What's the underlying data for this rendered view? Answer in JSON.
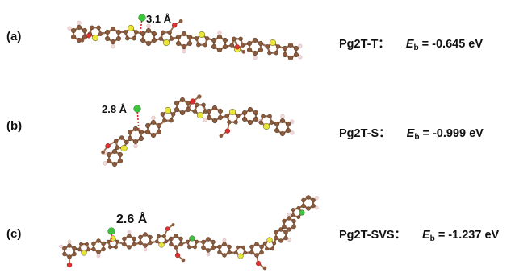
{
  "panels": [
    {
      "label": "(a)",
      "polymer": "Pg2T-T",
      "separator": "：",
      "energy_symbol": "E",
      "energy_sub": "b",
      "energy_value": "= -0.645 eV",
      "distance": "3.1 Å"
    },
    {
      "label": "(b)",
      "polymer": "Pg2T-S",
      "separator": "：",
      "energy_symbol": "E",
      "energy_sub": "b",
      "energy_value": "= -0.999 eV",
      "distance": "2.8 Å"
    },
    {
      "label": "(c)",
      "polymer": "Pg2T-SVS",
      "separator": "：",
      "energy_symbol": "E",
      "energy_sub": "b",
      "energy_value": "= -1.237 eV",
      "distance": "2.6 Å"
    }
  ],
  "colors": {
    "carbon": "#8B5A3C",
    "sulfur": "#E8E53A",
    "oxygen": "#E03030",
    "hydrogen": "#F3D9D9",
    "chlorine": "#3CC43C",
    "bond": "#9A6A4A",
    "distance_line": "#E02020"
  }
}
